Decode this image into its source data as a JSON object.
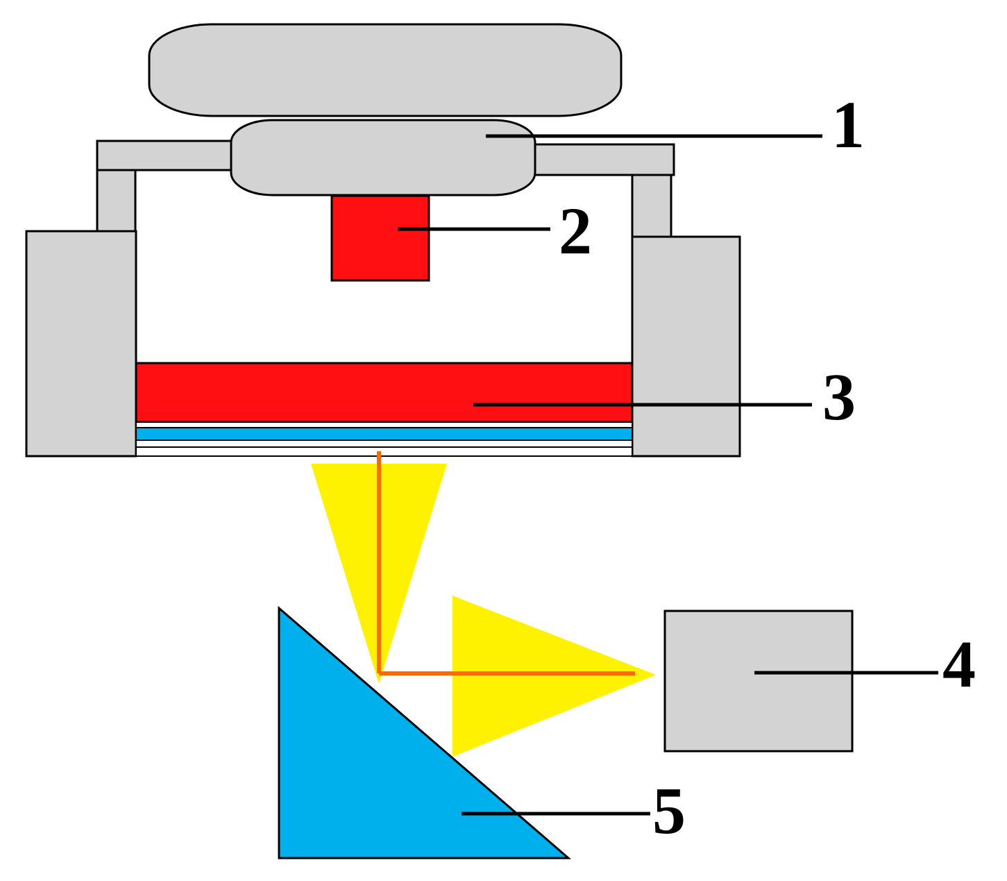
{
  "labels": {
    "part_1": "1",
    "part_2": "2",
    "part_3": "3",
    "part_4": "4",
    "part_5": "5"
  },
  "colors": {
    "housing_gray": "#d3d3d3",
    "red_element": "#ff0e12",
    "blue_layer": "#00b0ec",
    "light_cone": "#fff200",
    "beam_line": "#ff6a00",
    "outline": "#000000",
    "background": "#ffffff"
  }
}
